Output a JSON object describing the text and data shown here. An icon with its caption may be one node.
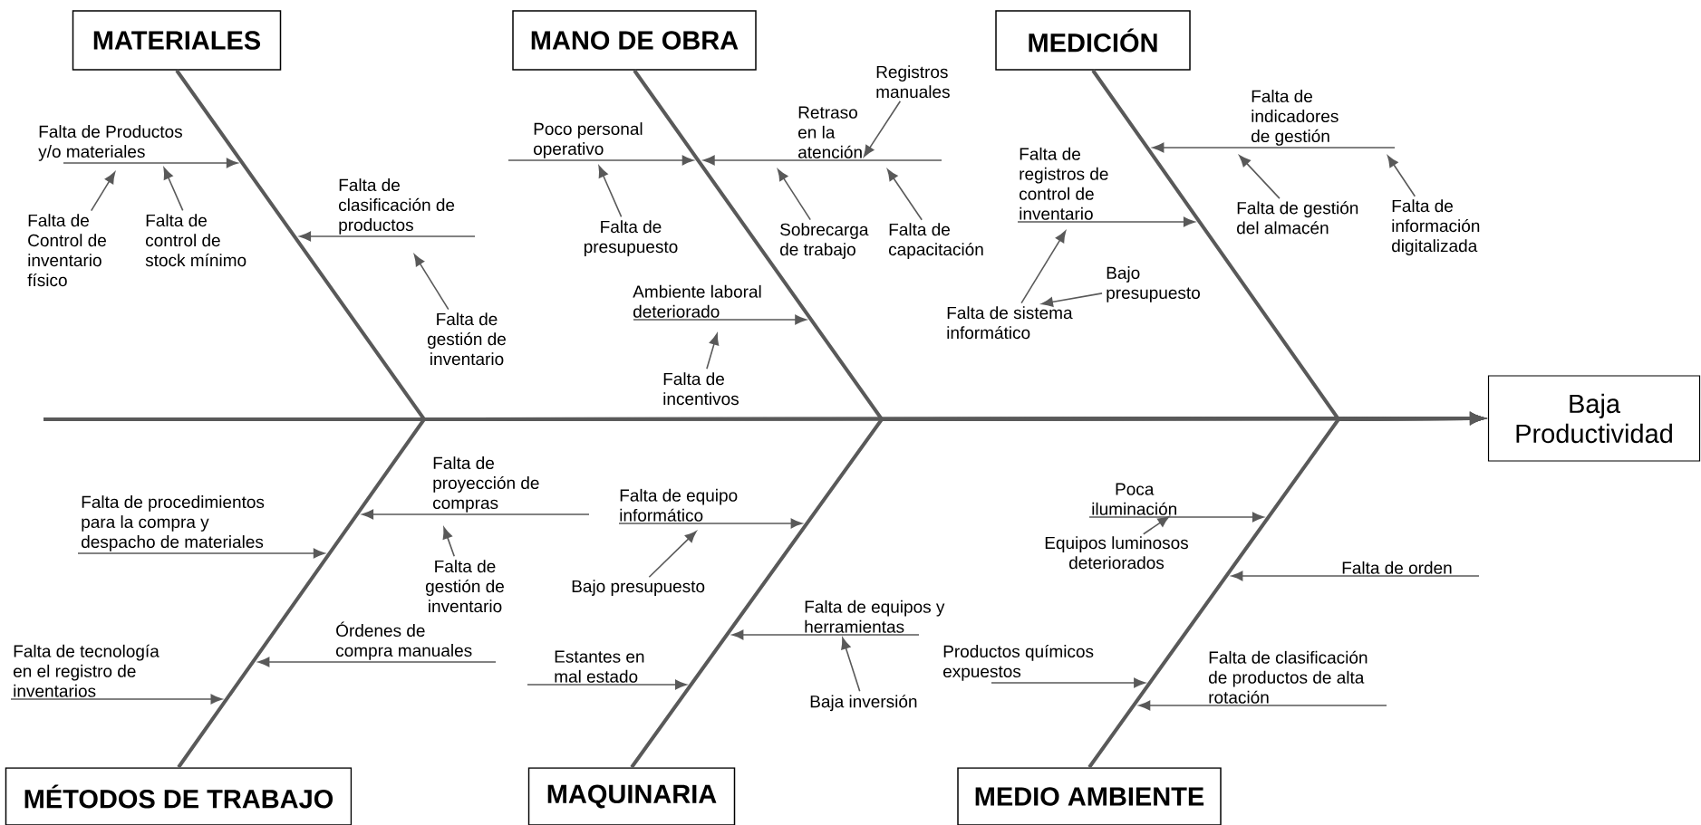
{
  "diagram": {
    "nodes": [
      {
        "text": [
          "MATERIALES"
        ]
      },
      {
        "text": [
          "MANO DE OBRA"
        ]
      },
      {
        "text": [
          "MEDICIÓN"
        ]
      },
      {
        "text": [
          "Falta de Productos y/o materiales"
        ]
      },
      {
        "text": [
          "Falta de Control de inventario físico"
        ]
      },
      {
        "text": [
          "Falta de control de stock mínimo"
        ]
      },
      {
        "text": [
          "Falta de clasificación de productos"
        ]
      },
      {
        "text": [
          "Falta de gestión de inventario"
        ]
      },
      {
        "text": [
          "Poco personal operativo"
        ]
      },
      {
        "text": [
          "Falta de presupuesto"
        ]
      },
      {
        "text": [
          "Retraso en la atención"
        ]
      },
      {
        "text": [
          "Registros manuales"
        ]
      },
      {
        "text": [
          "Sobrecarga de trabajo"
        ]
      },
      {
        "text": [
          "Falta de capacitación"
        ]
      },
      {
        "text": [
          "Ambiente laboral deteriorado"
        ]
      },
      {
        "text": [
          "Falta de incentivos"
        ]
      },
      {
        "text": [
          "Falta de registros de control de inventario"
        ]
      },
      {
        "text": [
          "Bajo presupuesto"
        ]
      },
      {
        "text": [
          "Falta de sistema informático"
        ]
      },
      {
        "text": [
          "Falta de indicadores de gestión"
        ]
      },
      {
        "text": [
          "Falta de gestión del almacén"
        ]
      },
      {
        "text": [
          "Falta de información digitalizada"
        ]
      },
      {
        "text": [
          "Baja Productividad"
        ]
      },
      {
        "text": [
          "Falta de procedimientos para la compra y despacho de materiales"
        ]
      },
      {
        "text": [
          "Falta de proyección de compras"
        ]
      },
      {
        "text": [
          "Falta de gestión de inventario"
        ]
      },
      {
        "text": [
          "Órdenes de compra manuales"
        ]
      },
      {
        "text": [
          "Falta de tecnología en el registro de inventarios"
        ]
      },
      {
        "text": [
          "Falta de equipo informático"
        ]
      },
      {
        "text": [
          "Bajo presupuesto"
        ]
      },
      {
        "text": [
          "Falta de equipos y herramientas"
        ]
      },
      {
        "text": [
          "Baja inversión"
        ]
      },
      {
        "text": [
          "Estantes en mal estado"
        ]
      },
      {
        "text": [
          "Poca iluminación"
        ]
      },
      {
        "text": [
          "Equipos luminosos deteriorados"
        ]
      },
      {
        "text": [
          "Falta de orden"
        ]
      },
      {
        "text": [
          "Productos químicos expuestos"
        ]
      },
      {
        "text": [
          "Falta de clasificación de productos de alta rotación"
        ]
      },
      {
        "text": [
          "MÉTODOS DE TRABAJO"
        ]
      },
      {
        "text": [
          "MAQUINARIA"
        ]
      },
      {
        "text": [
          "MEDIO AMBIENTE"
        ]
      }
    ],
    "edges": [
      {
        "from": 0,
        "to": 22,
        "arrow": "to"
      },
      {
        "from": 1,
        "to": 22,
        "arrow": "to"
      },
      {
        "from": 2,
        "to": 22,
        "arrow": "to"
      },
      {
        "from": 38,
        "to": 22,
        "arrow": "to"
      },
      {
        "from": 39,
        "to": 22,
        "arrow": "to"
      },
      {
        "from": 40,
        "to": 22,
        "arrow": "to"
      },
      {
        "from": 3,
        "to": null,
        "arrow": "to"
      },
      {
        "from": 4,
        "to": 3,
        "arrow": "to"
      },
      {
        "from": 5,
        "to": 3,
        "arrow": "to"
      },
      {
        "from": 6,
        "to": null,
        "arrow": "to"
      },
      {
        "from": 7,
        "to": 6,
        "arrow": "to"
      },
      {
        "from": 8,
        "to": null,
        "arrow": "to"
      },
      {
        "from": 9,
        "to": 8,
        "arrow": "to"
      },
      {
        "from": 10,
        "to": null,
        "arrow": "to"
      },
      {
        "from": 11,
        "to": 10,
        "arrow": "to"
      },
      {
        "from": 12,
        "to": 10,
        "arrow": "to"
      },
      {
        "from": 13,
        "to": 10,
        "arrow": "to"
      },
      {
        "from": 14,
        "to": null,
        "arrow": "to"
      },
      {
        "from": 15,
        "to": 14,
        "arrow": "to"
      },
      {
        "from": 16,
        "to": null,
        "arrow": "to"
      },
      {
        "from": 17,
        "to": 18,
        "arrow": "to"
      },
      {
        "from": 18,
        "to": 16,
        "arrow": "to"
      },
      {
        "from": 19,
        "to": null,
        "arrow": "to"
      },
      {
        "from": 20,
        "to": 19,
        "arrow": "to"
      },
      {
        "from": 21,
        "to": null,
        "arrow": "to"
      },
      {
        "from": 23,
        "to": null,
        "arrow": "to"
      },
      {
        "from": 24,
        "to": null,
        "arrow": "to"
      },
      {
        "from": 25,
        "to": 24,
        "arrow": "to"
      },
      {
        "from": 26,
        "to": null,
        "arrow": "to"
      },
      {
        "from": 27,
        "to": null,
        "arrow": "to"
      },
      {
        "from": 28,
        "to": null,
        "arrow": "to"
      },
      {
        "from": 29,
        "to": 28,
        "arrow": "to"
      },
      {
        "from": 30,
        "to": null,
        "arrow": "to"
      },
      {
        "from": 31,
        "to": 30,
        "arrow": "to"
      },
      {
        "from": 32,
        "to": null,
        "arrow": "to"
      },
      {
        "from": 33,
        "to": null,
        "arrow": "to"
      },
      {
        "from": 34,
        "to": 33,
        "arrow": "to"
      },
      {
        "from": 35,
        "to": null,
        "arrow": "to"
      },
      {
        "from": 36,
        "to": null,
        "arrow": "to"
      },
      {
        "from": 37,
        "to": null,
        "arrow": "to"
      }
    ]
  }
}
